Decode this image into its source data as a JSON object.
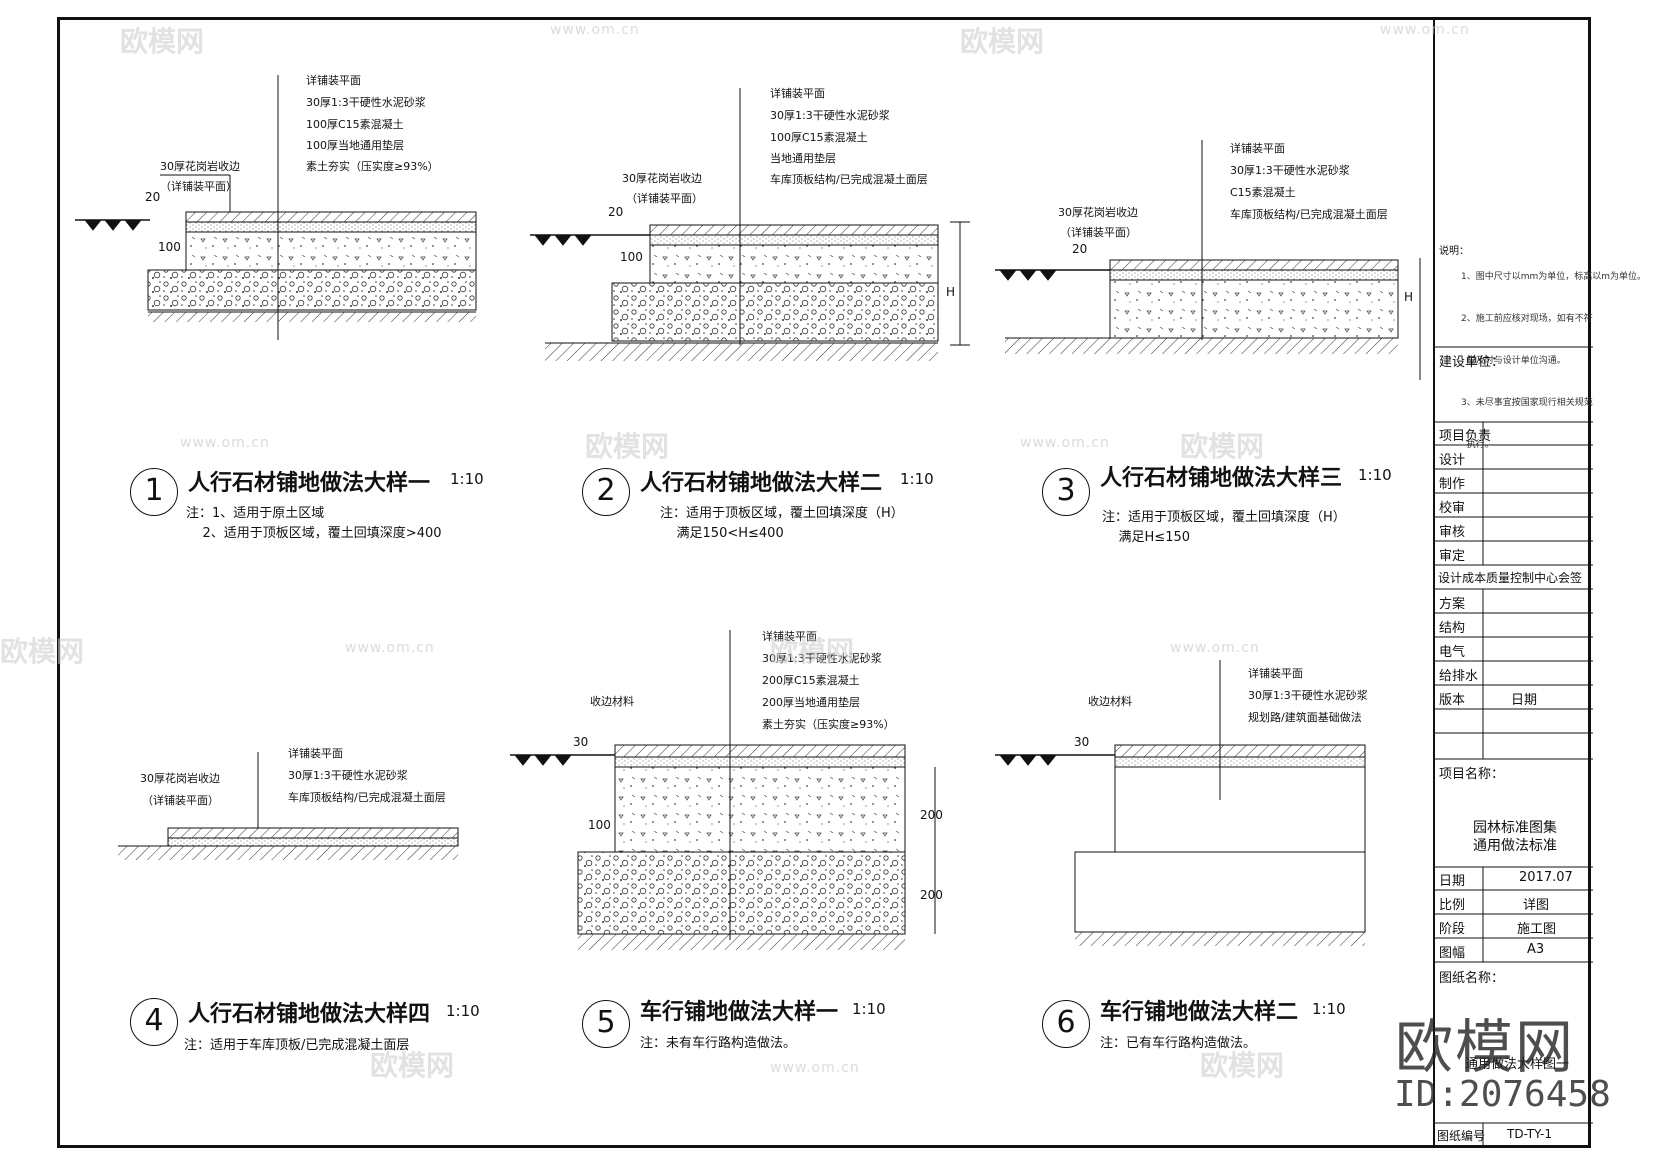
{
  "details": [
    {
      "num": "1",
      "title": "人行石材铺地做法大样一",
      "scale": "1:10",
      "note": "注：1、适用于原土区域\n    2、适用于顶板区域，覆土回填深度>400",
      "layers": [
        "详铺装平面",
        "30厚1:3干硬性水泥砂浆",
        "100厚C15素混凝土",
        "100厚当地通用垫层",
        "素土夯实（压实度≥93%）"
      ],
      "edge_label": "30厚花岗岩收边",
      "edge_sub": "（详铺装平面）",
      "dims": [
        "20",
        "100"
      ]
    },
    {
      "num": "2",
      "title": "人行石材铺地做法大样二",
      "scale": "1:10",
      "note": "注：适用于顶板区域，覆土回填深度（H）\n    满足150<H≤400",
      "layers": [
        "详铺装平面",
        "30厚1:3干硬性水泥砂浆",
        "100厚C15素混凝土",
        "当地通用垫层",
        "车库顶板结构/已完成混凝土面层"
      ],
      "edge_label": "30厚花岗岩收边",
      "edge_sub": "（详铺装平面）",
      "dims": [
        "20",
        "100",
        "H"
      ]
    },
    {
      "num": "3",
      "title": "人行石材铺地做法大样三",
      "scale": "1:10",
      "note": "注：适用于顶板区域，覆土回填深度（H）\n    满足H≤150",
      "layers": [
        "详铺装平面",
        "30厚1:3干硬性水泥砂浆",
        "C15素混凝土",
        "车库顶板结构/已完成混凝土面层"
      ],
      "edge_label": "30厚花岗岩收边",
      "edge_sub": "（详铺装平面）",
      "dims": [
        "20",
        "H"
      ]
    },
    {
      "num": "4",
      "title": "人行石材铺地做法大样四",
      "scale": "1:10",
      "note": "注：适用于车库顶板/已完成混凝土面层",
      "layers": [
        "详铺装平面",
        "30厚1:3干硬性水泥砂浆",
        "车库顶板结构/已完成混凝土面层"
      ],
      "edge_label": "30厚花岗岩收边",
      "edge_sub": "（详铺装平面）",
      "dims": []
    },
    {
      "num": "5",
      "title": "车行铺地做法大样一",
      "scale": "1:10",
      "note": "注：未有车行路构造做法。",
      "layers": [
        "详铺装平面",
        "30厚1:3干硬性水泥砂浆",
        "200厚C15素混凝土",
        "200厚当地通用垫层",
        "素土夯实（压实度≥93%）"
      ],
      "edge_label": "收边材料",
      "edge_sub": "",
      "dims": [
        "30",
        "100",
        "200",
        "200"
      ]
    },
    {
      "num": "6",
      "title": "车行铺地做法大样二",
      "scale": "1:10",
      "note": "注：已有车行路构造做法。",
      "layers": [
        "详铺装平面",
        "30厚1:3干硬性水泥砂浆",
        "规划路/建筑面基础做法"
      ],
      "edge_label": "收边材料",
      "edge_sub": "",
      "dims": [
        "30"
      ]
    }
  ],
  "title_block": {
    "note_head": "说明：",
    "note_lines": [
      "1、图中尺寸以mm为单位，标高以m为单位。",
      "2、施工前应核对现场，如有不符",
      "  应及时与设计单位沟通。",
      "3、未尽事宜按国家现行相关规范",
      "  执行。"
    ],
    "client_label": "建设单位：",
    "rows": [
      [
        "项目负责",
        ""
      ],
      [
        "设计",
        ""
      ],
      [
        "制作",
        ""
      ],
      [
        "校审",
        ""
      ],
      [
        "审核",
        ""
      ],
      [
        "审定",
        ""
      ]
    ],
    "sign_header": "设计成本质量控制中心会签",
    "sign_rows": [
      [
        "方案",
        ""
      ],
      [
        "结构",
        ""
      ],
      [
        "电气",
        ""
      ],
      [
        "给排水",
        ""
      ],
      [
        "版本",
        "日期"
      ]
    ],
    "project_label": "项目名称：",
    "project_name_1": "园林标准图集",
    "project_name_2": "通用做法标准",
    "info_rows": [
      [
        "日期",
        "2017.07"
      ],
      [
        "比例",
        "详图"
      ],
      [
        "阶段",
        "施工图"
      ],
      [
        "图幅",
        "A3"
      ]
    ],
    "drawing_name_label": "图纸名称：",
    "drawing_name": "通用做法大样图一",
    "drawing_no_label": "图纸编号",
    "drawing_no": "TD-TY-1"
  },
  "watermark": {
    "brand": "欧模网",
    "url": "www.om.cn",
    "id": "ID:2076458"
  }
}
